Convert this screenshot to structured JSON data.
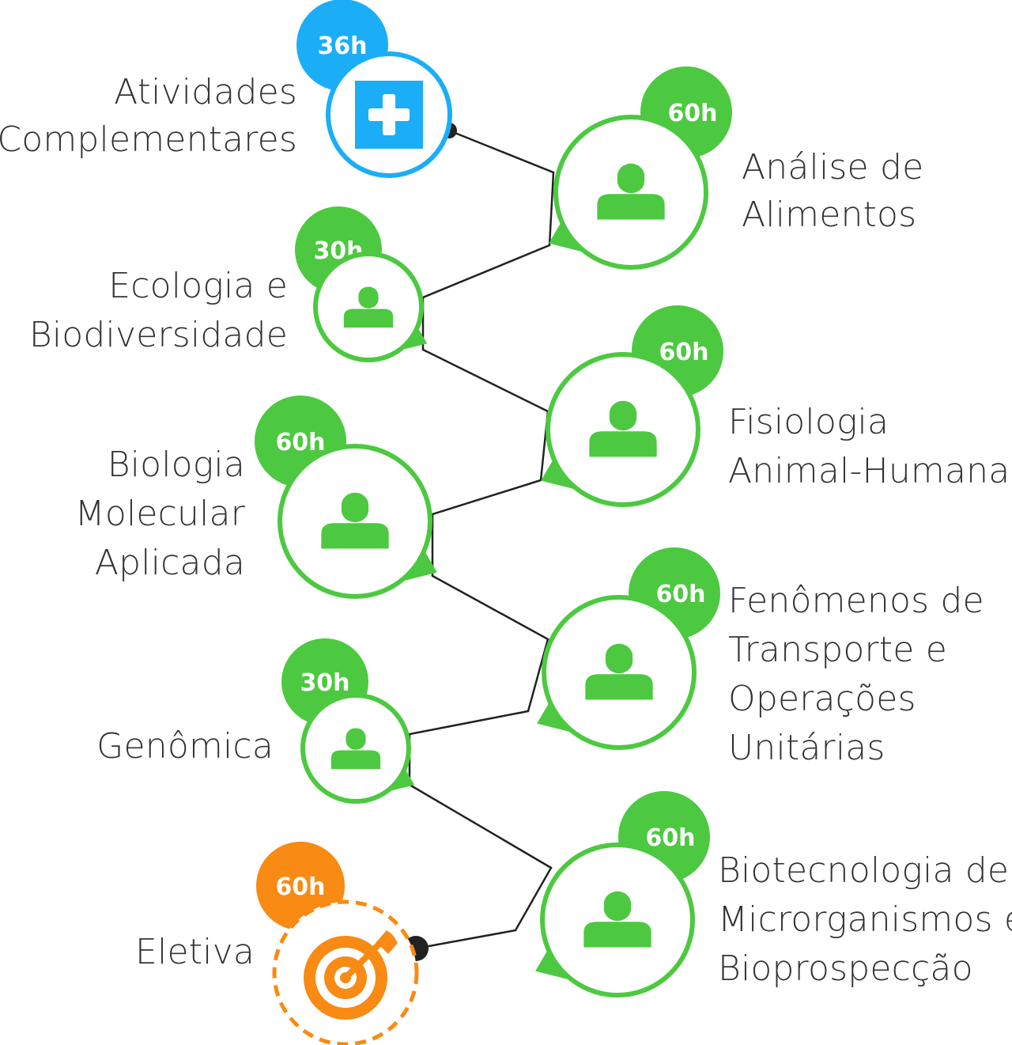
{
  "colors": {
    "green": "#4CC940",
    "blue": "#1BAEF7",
    "orange": "#F98A14",
    "line": "#222222",
    "text": "#333333"
  },
  "nodes": [
    {
      "id": "atividades",
      "hours": "36h",
      "label": [
        "Atividades",
        "Complementares"
      ],
      "color": "blue",
      "icon": "plus-icon",
      "kind": "plus"
    },
    {
      "id": "analise",
      "hours": "60h",
      "label": [
        "Análise de",
        "Alimentos"
      ],
      "color": "green",
      "icon": "person-icon",
      "kind": "course"
    },
    {
      "id": "ecologia",
      "hours": "30h",
      "label": [
        "Ecologia e",
        "Biodiversidade"
      ],
      "color": "green",
      "icon": "person-icon",
      "kind": "course"
    },
    {
      "id": "fisiologia",
      "hours": "60h",
      "label": [
        "Fisiologia",
        "Animal-Humana"
      ],
      "color": "green",
      "icon": "person-icon",
      "kind": "course"
    },
    {
      "id": "biologia",
      "hours": "60h",
      "label": [
        "Biologia",
        "Molecular",
        "Aplicada"
      ],
      "color": "green",
      "icon": "person-icon",
      "kind": "course"
    },
    {
      "id": "fenomenos",
      "hours": "60h",
      "label": [
        "Fenômenos de",
        "Transporte e",
        "Operações",
        "Unitárias"
      ],
      "color": "green",
      "icon": "person-icon",
      "kind": "course"
    },
    {
      "id": "genomica",
      "hours": "30h",
      "label": [
        "Genômica"
      ],
      "color": "green",
      "icon": "person-icon",
      "kind": "course"
    },
    {
      "id": "biotecnologia",
      "hours": "60h",
      "label": [
        "Biotecnologia de",
        "Microrganismos e",
        "Bioprospecção"
      ],
      "color": "green",
      "icon": "person-icon",
      "kind": "course"
    },
    {
      "id": "eletiva",
      "hours": "60h",
      "label": [
        "Eletiva"
      ],
      "color": "orange",
      "icon": "target-icon",
      "kind": "target"
    }
  ]
}
